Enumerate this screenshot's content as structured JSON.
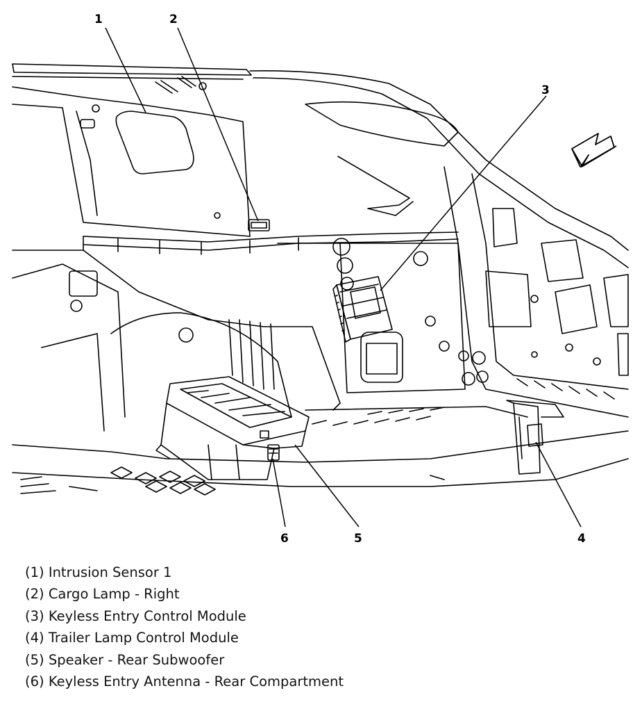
{
  "callouts": [
    {
      "number": "1",
      "label": "(1) Intrusion Sensor 1"
    },
    {
      "number": "2",
      "label": "(2) Cargo Lamp - Right"
    },
    {
      "number": "3",
      "label": "(3) Keyless Entry Control Module"
    },
    {
      "number": "4",
      "label": "(4) Trailer Lamp Control Module"
    },
    {
      "number": "5",
      "label": "(5) Speaker - Rear Subwoofer"
    },
    {
      "number": "6",
      "label": "(6) Keyless Entry Antenna - Rear Compartment"
    }
  ],
  "colors": {
    "line": "#000000",
    "background": "#ffffff"
  },
  "icons": {
    "direction_arrow": "forward-direction-arrow-icon"
  }
}
